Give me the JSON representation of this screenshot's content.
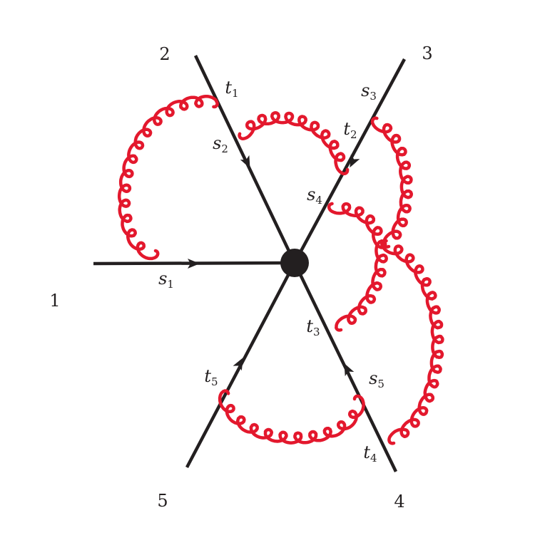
{
  "colors": {
    "line": "#231f20",
    "gluon": "#e3182d",
    "vertex": "#231f20"
  },
  "legs": [
    {
      "id": "1",
      "label": "1"
    },
    {
      "id": "2",
      "label": "2"
    },
    {
      "id": "3",
      "label": "3"
    },
    {
      "id": "4",
      "label": "4"
    },
    {
      "id": "5",
      "label": "5"
    }
  ],
  "invariants": {
    "t1": {
      "main": "t",
      "sub": "1"
    },
    "s2": {
      "main": "s",
      "sub": "2"
    },
    "s3": {
      "main": "s",
      "sub": "3"
    },
    "t2": {
      "main": "t",
      "sub": "2"
    },
    "s4": {
      "main": "s",
      "sub": "4"
    },
    "s1": {
      "main": "s",
      "sub": "1"
    },
    "t3": {
      "main": "t",
      "sub": "3"
    },
    "t5": {
      "main": "t",
      "sub": "5"
    },
    "s5": {
      "main": "s",
      "sub": "5"
    },
    "t4": {
      "main": "t",
      "sub": "4"
    }
  },
  "gluon_count": 6
}
